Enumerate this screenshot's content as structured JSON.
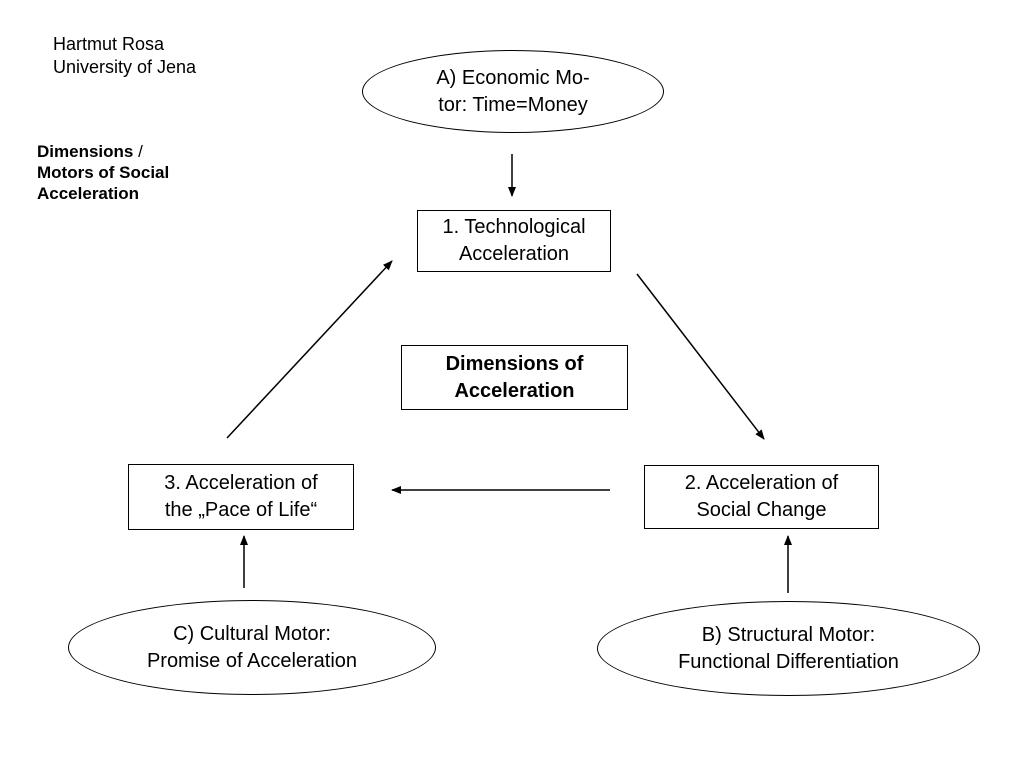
{
  "author": {
    "name": "Hartmut Rosa",
    "affiliation": "University of Jena"
  },
  "heading": {
    "bold_part": "Dimensions",
    "slash": " /",
    "line2": "Motors of Social",
    "line3": "Acceleration"
  },
  "center_box": {
    "line1": "Dimensions of",
    "line2": "Acceleration"
  },
  "dimensions": {
    "technological": {
      "line1": "1. Technological",
      "line2": "Acceleration"
    },
    "social_change": {
      "line1": "2. Acceleration of",
      "line2": "Social Change"
    },
    "pace_of_life": {
      "line1": "3. Acceleration of",
      "line2": "the „Pace of Life“"
    }
  },
  "motors": {
    "economic": {
      "line1": "A) Economic Mo-",
      "line2": "tor: Time=Money"
    },
    "structural": {
      "line1": "B) Structural Motor:",
      "line2": "Functional Differentiation"
    },
    "cultural": {
      "line1": "C) Cultural Motor:",
      "line2": "Promise of Acceleration"
    }
  }
}
